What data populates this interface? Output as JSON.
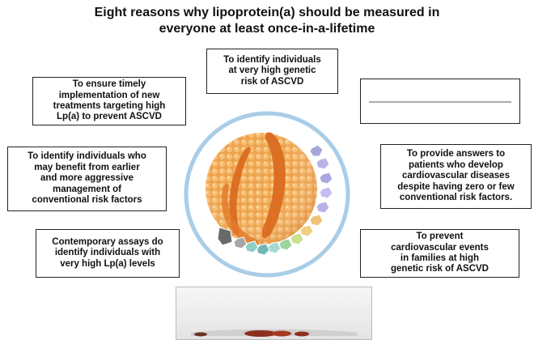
{
  "title_line1": "Eight reasons why lipoprotein(a) should be measured in",
  "title_line2": "everyone at least once-in-a-lifetime",
  "boxes": {
    "top": "To identify individuals\nat very high genetic\nrisk of ASCVD",
    "upper_left": "To ensure timely\nimplementation of new\ntreatments targeting high\nLp(a) to prevent ASCVD",
    "upper_right": "",
    "mid_left": "To identify individuals who\nmay benefit from earlier\nand more aggressive\nmanagement of\nconventional risk factors",
    "mid_right": "To provide answers to\npatients who develop\ncardiovascular diseases\ndespite having zero or few\nconventional risk factors.",
    "lower_left": "Contemporary assays do\nidentify individuals with\nvery high Lp(a) levels",
    "lower_right": "To prevent\ncardiovascular events\nin families at high\ngenetic risk of ASCVD",
    "bottom": ""
  },
  "colors": {
    "ring": "#a9cde8",
    "particle": "#f1ad5c",
    "band": "#d9691c",
    "apo_beads": [
      "#a8a7da",
      "#b9b4e6",
      "#a9a6e0",
      "#c3bff0",
      "#b7b2e8",
      "#f1c27b",
      "#f3ce7f",
      "#c9e08f",
      "#9fd39e",
      "#a6dccf",
      "#8fcfc8",
      "#6fb7b4",
      "#a7a7a7",
      "#8f8f8f"
    ],
    "kringle_tip": "#6a6a6a"
  }
}
